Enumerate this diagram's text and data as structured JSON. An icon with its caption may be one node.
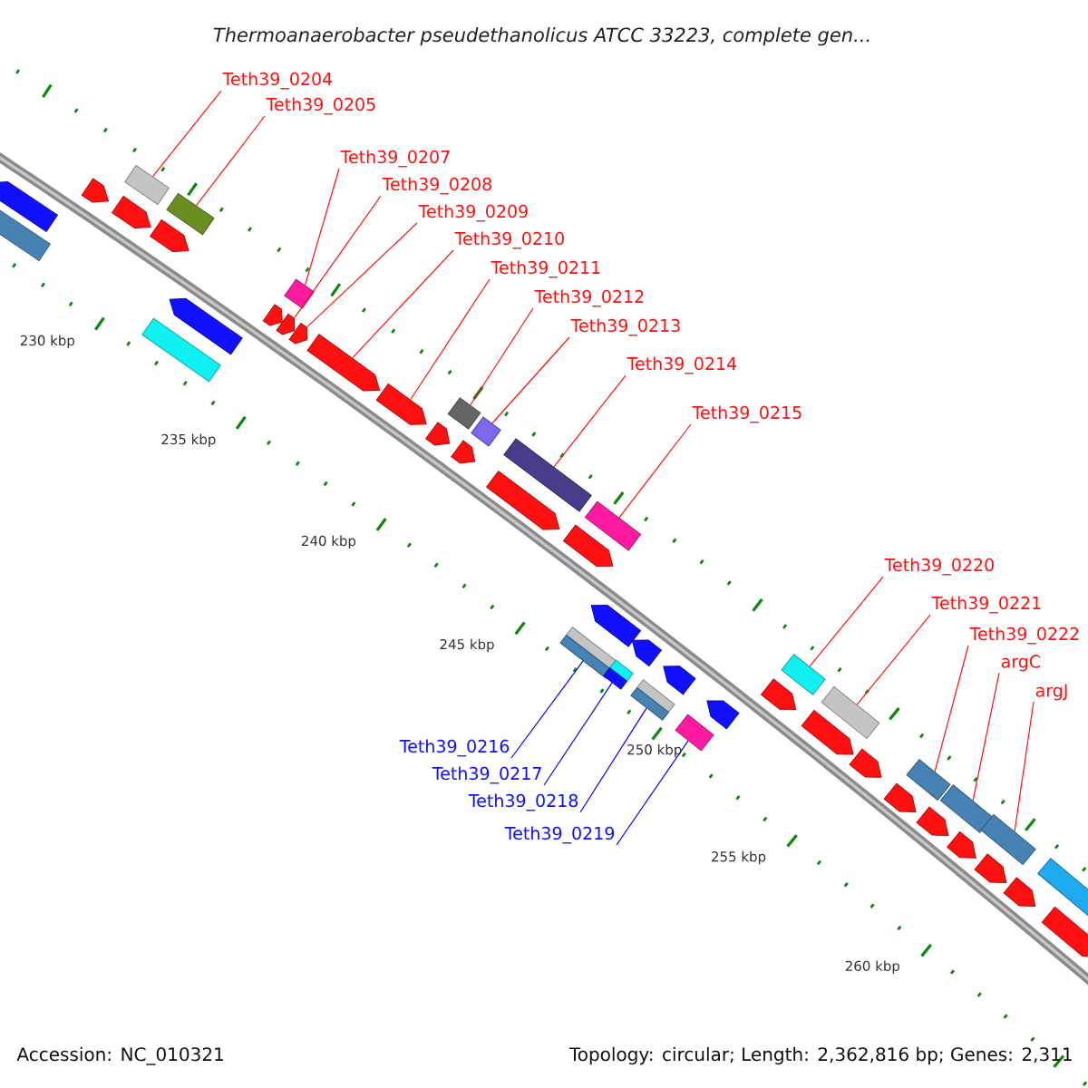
{
  "diagram": {
    "title": "Thermoanaerobacter pseudethanolicus ATCC 33223, complete gen...",
    "nodes": [
      {
        "text": [
          "Teth39_0204"
        ]
      },
      {
        "text": [
          "Teth39_0205"
        ]
      },
      {
        "text": [
          "Teth39_0207"
        ]
      },
      {
        "text": [
          "Teth39_0208"
        ]
      },
      {
        "text": [
          "Teth39_0209"
        ]
      },
      {
        "text": [
          "Teth39_0210"
        ]
      },
      {
        "text": [
          "Teth39_0211"
        ]
      },
      {
        "text": [
          "Teth39_0212"
        ]
      },
      {
        "text": [
          "Teth39_0213"
        ]
      },
      {
        "text": [
          "Teth39_0214"
        ]
      },
      {
        "text": [
          "Teth39_0215"
        ]
      },
      {
        "text": [
          "Teth39_0220"
        ]
      },
      {
        "text": [
          "Teth39_0221"
        ]
      },
      {
        "text": [
          "Teth39_0222"
        ]
      },
      {
        "text": [
          "argC"
        ]
      },
      {
        "text": [
          "argJ"
        ]
      },
      {
        "text": [
          "Teth39_0216"
        ]
      },
      {
        "text": [
          "Teth39_0217"
        ]
      },
      {
        "text": [
          "Teth39_0218"
        ]
      },
      {
        "text": [
          "Teth39_0219"
        ]
      },
      {
        "text": [],
        "shape": "pentagon"
      },
      {
        "text": [],
        "shape": "pentagon"
      },
      {
        "text": [],
        "shape": "pentagon"
      },
      {
        "text": [],
        "shape": "box"
      },
      {
        "text": [],
        "shape": "box"
      },
      {
        "text": [],
        "shape": "box"
      },
      {
        "text": [],
        "shape": "pentagon"
      },
      {
        "text": [],
        "shape": "pentagon"
      },
      {
        "text": [],
        "shape": "pentagon"
      },
      {
        "text": [],
        "shape": "pentagon"
      },
      {
        "text": [],
        "shape": "pentagon"
      },
      {
        "text": [],
        "shape": "pentagon"
      },
      {
        "text": [],
        "shape": "pentagon"
      },
      {
        "text": [],
        "shape": "box"
      },
      {
        "text": [],
        "shape": "box"
      },
      {
        "text": [],
        "shape": "box"
      },
      {
        "text": [],
        "shape": "box"
      },
      {
        "text": [],
        "shape": "pentagon"
      },
      {
        "text": [],
        "shape": "pentagon"
      },
      {
        "text": [],
        "shape": "box"
      },
      {
        "text": [],
        "shape": "pentagon"
      },
      {
        "text": [],
        "shape": "box"
      },
      {
        "text": [],
        "shape": "pentagon"
      },
      {
        "text": [],
        "shape": "pentagon"
      },
      {
        "text": [],
        "shape": "box"
      },
      {
        "text": [],
        "shape": "box"
      },
      {
        "text": [],
        "shape": "box"
      },
      {
        "text": [],
        "shape": "box"
      },
      {
        "text": [],
        "shape": "pentagon"
      },
      {
        "text": [],
        "shape": "pentagon"
      },
      {
        "text": [],
        "shape": "pentagon"
      },
      {
        "text": [],
        "shape": "pentagon"
      },
      {
        "text": [],
        "shape": "pentagon"
      },
      {
        "text": [],
        "shape": "pentagon"
      },
      {
        "text": [],
        "shape": "pentagon"
      },
      {
        "text": [],
        "shape": "box"
      },
      {
        "text": [],
        "shape": "pentagon"
      },
      {
        "text": [],
        "shape": "box"
      },
      {
        "text": [],
        "shape": "pentagon"
      },
      {
        "text": [],
        "shape": "pentagon"
      },
      {
        "text": [],
        "shape": "pentagon"
      },
      {
        "text": [],
        "shape": "pentagon"
      },
      {
        "text": [],
        "shape": "box"
      },
      {
        "text": [],
        "shape": "box"
      },
      {
        "text": [],
        "shape": "box"
      },
      {
        "text": [],
        "shape": "box"
      }
    ],
    "edges": [
      {
        "from": 0,
        "to": 23,
        "arrow": "none"
      },
      {
        "from": 1,
        "to": 24,
        "arrow": "none"
      },
      {
        "from": 2,
        "to": 25,
        "arrow": "none"
      },
      {
        "from": 3,
        "to": 27,
        "arrow": "none"
      },
      {
        "from": 4,
        "to": 28,
        "arrow": "none"
      },
      {
        "from": 5,
        "to": 29,
        "arrow": "none"
      },
      {
        "from": 6,
        "to": 30,
        "arrow": "none"
      },
      {
        "from": 7,
        "to": 33,
        "arrow": "none"
      },
      {
        "from": 8,
        "to": 34,
        "arrow": "none"
      },
      {
        "from": 9,
        "to": 35,
        "arrow": "none"
      },
      {
        "from": 10,
        "to": 36,
        "arrow": "none"
      },
      {
        "from": 11,
        "to": 39,
        "arrow": "none"
      },
      {
        "from": 12,
        "to": 41,
        "arrow": "none"
      },
      {
        "from": 13,
        "to": 44,
        "arrow": "none"
      },
      {
        "from": 14,
        "to": 45,
        "arrow": "none"
      },
      {
        "from": 15,
        "to": 46,
        "arrow": "none"
      },
      {
        "from": 16,
        "to": 62,
        "arrow": "none",
        "color": "#0000ff"
      },
      {
        "from": 17,
        "to": 63,
        "arrow": "none",
        "color": "#0000ff"
      },
      {
        "from": 18,
        "to": 64,
        "arrow": "none",
        "color": "#0000ff"
      },
      {
        "from": 19,
        "to": 65,
        "arrow": "none",
        "color": "#0000ff"
      }
    ],
    "labels": [
      "230 kbp",
      "235 kbp",
      "240 kbp",
      "245 kbp",
      "250 kbp",
      "255 kbp",
      "260 kbp",
      "Accession: NC_010321",
      "Topology: circular; Length: 2,362,816 bp; Genes: 2,311"
    ]
  }
}
